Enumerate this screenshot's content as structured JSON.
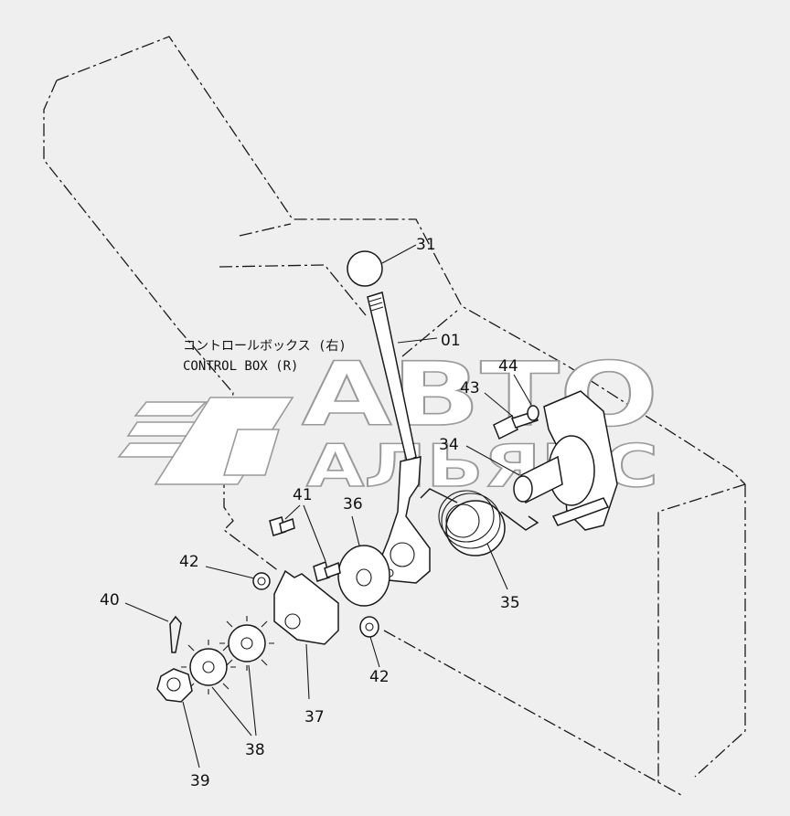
{
  "caption": {
    "line_jp": "コントロールボックス (右)",
    "line_en": "CONTROL BOX (R)"
  },
  "callouts": {
    "p01": "01",
    "p31": "31",
    "p34": "34",
    "p35": "35",
    "p36": "36",
    "p37": "37",
    "p38": "38",
    "p39": "39",
    "p40": "40",
    "p41": "41",
    "p42a": "42",
    "p42b": "42",
    "p43": "43",
    "p44": "44"
  },
  "watermark": {
    "line1": "АВТО",
    "line2": "АЛЬЯНС"
  }
}
